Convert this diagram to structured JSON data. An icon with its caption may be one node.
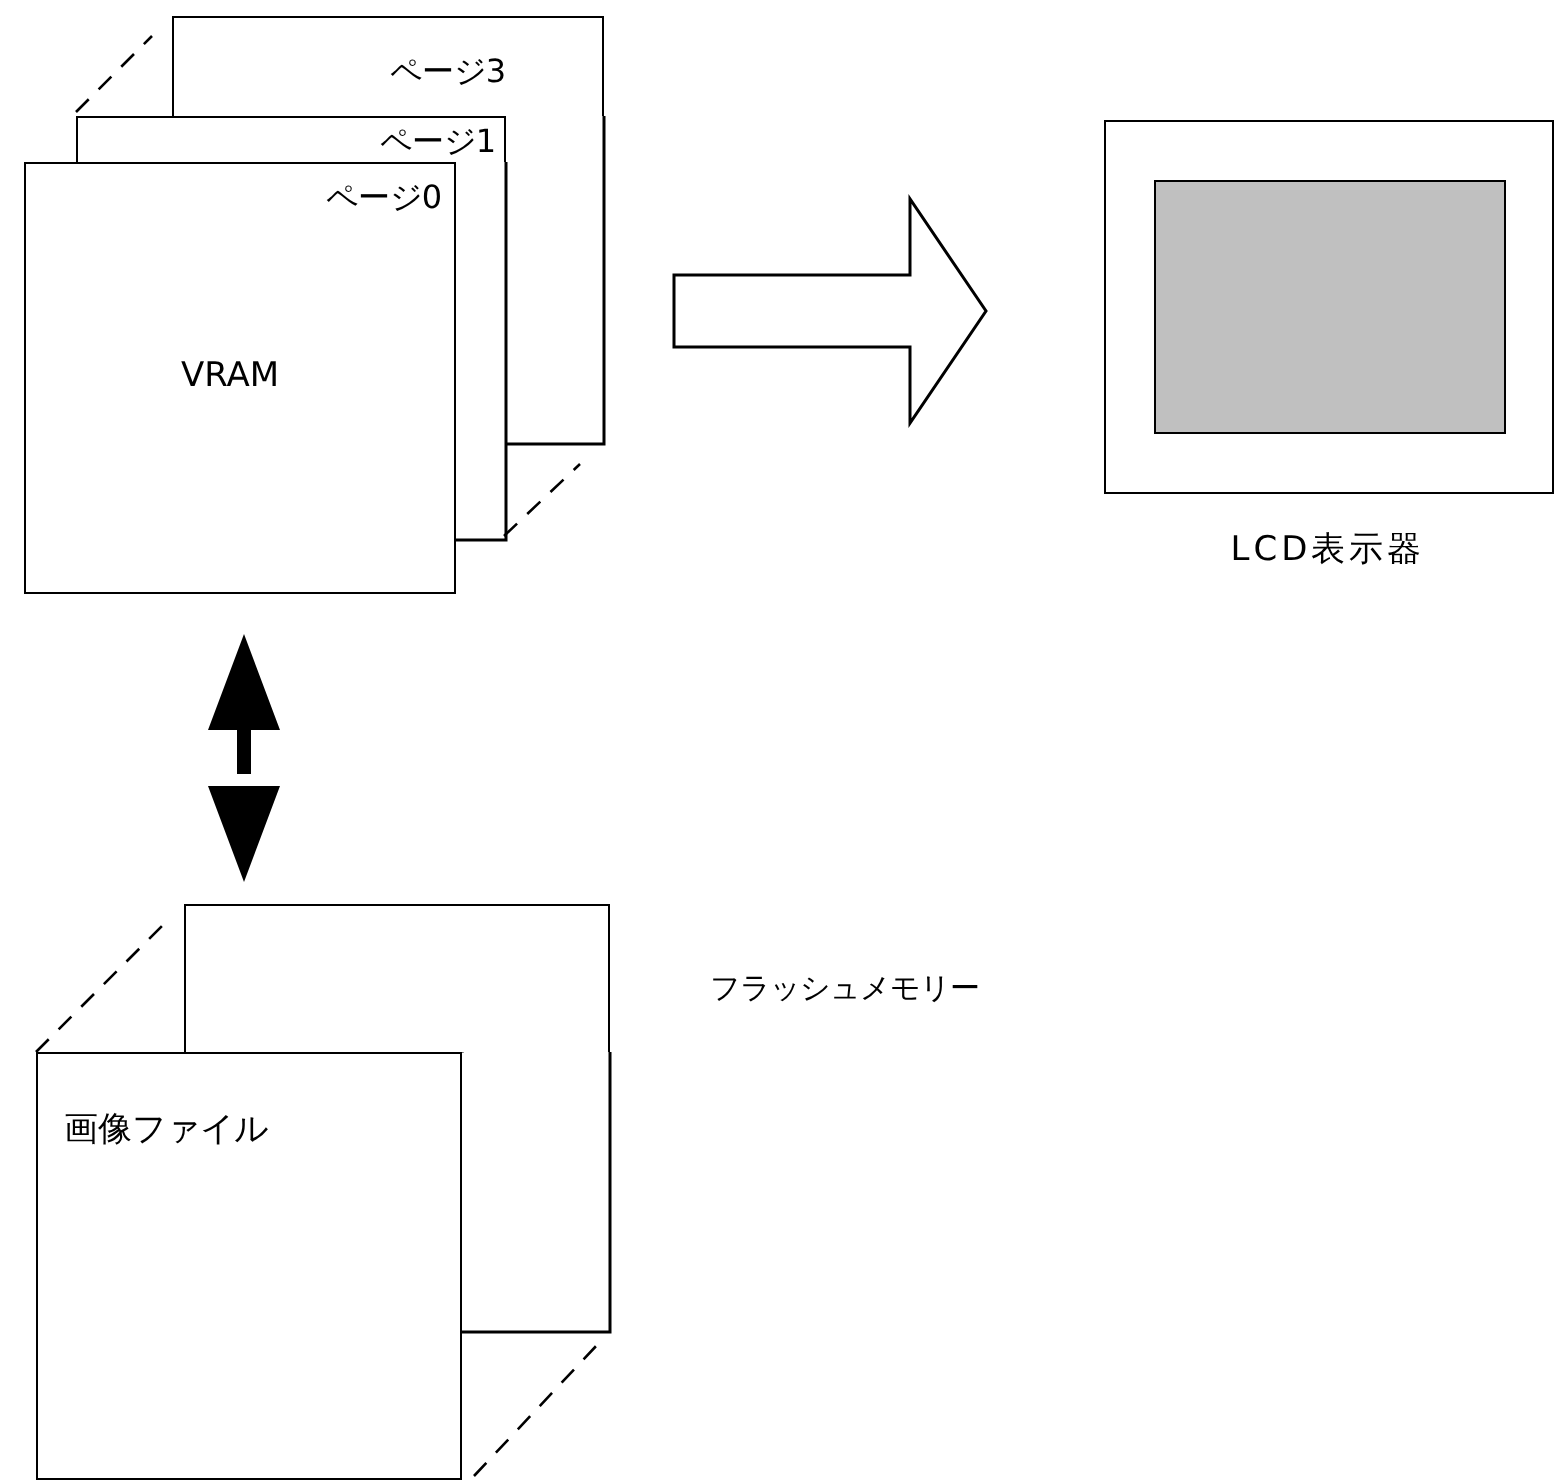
{
  "diagram": {
    "nodes": [
      {
        "text": [
          "ページ3"
        ]
      },
      {
        "text": [
          "ページ1"
        ]
      },
      {
        "text": [
          "ページ0",
          "VRAM"
        ]
      },
      {
        "text": [],
        "shape": "box",
        "beside": [
          "LCD表示器"
        ]
      },
      {
        "text": [],
        "shape": "box"
      },
      {
        "text": [
          "画像ファイル"
        ]
      }
    ],
    "edges": [
      {
        "from": 0,
        "to": 3,
        "arrow": "to",
        "style": "thick"
      },
      {
        "from": 2,
        "to": 4,
        "arrow": "both",
        "style": "thick"
      }
    ],
    "labels": [
      "フラッシュメモリー"
    ]
  }
}
